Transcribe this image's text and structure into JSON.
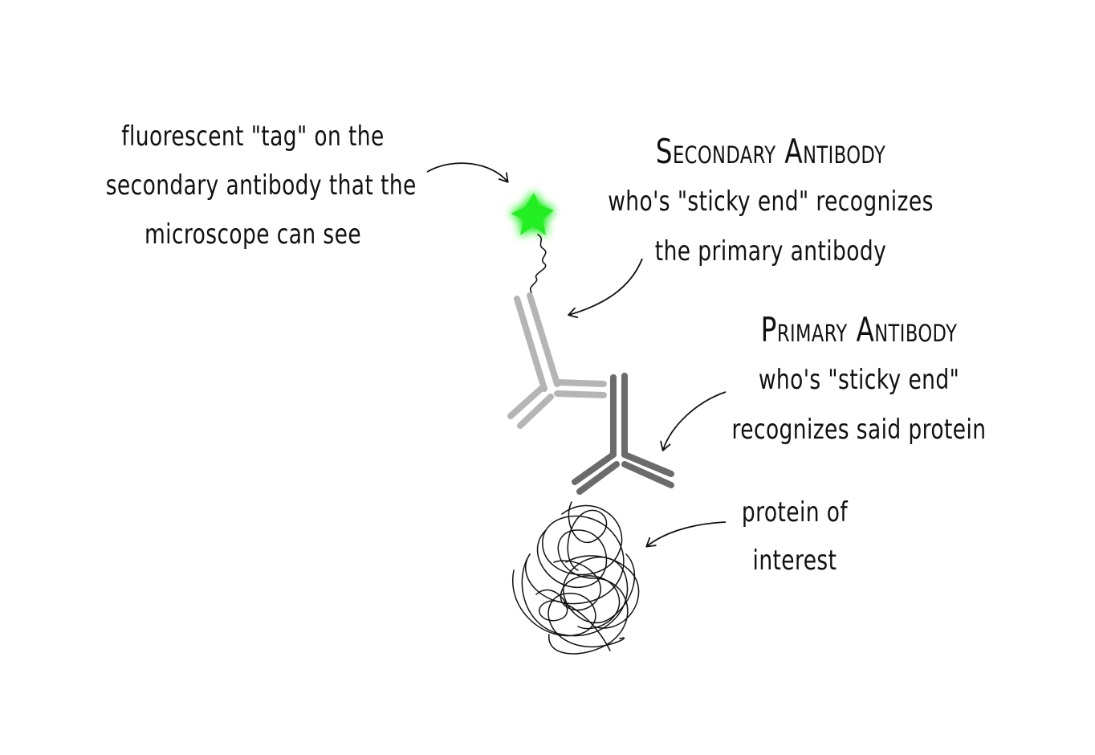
{
  "tag_label": {
    "lines": [
      "fluorescent \"tag\" on the",
      "secondary antibody that the",
      "microscope can see"
    ]
  },
  "secondary_label": {
    "title": "Secondary Antibody",
    "lines": [
      "who's \"sticky end\" recognizes",
      "the primary antibody"
    ]
  },
  "primary_label": {
    "title": "Primary Antibody",
    "lines": [
      "who's \"sticky end\"",
      "recognizes said protein"
    ]
  },
  "protein_label": {
    "lines": [
      "protein of",
      "interest"
    ]
  },
  "colors": {
    "fluorescent_tag": "#22ee22",
    "secondary_antibody": "#b5b5b5",
    "primary_antibody": "#6b6b6b",
    "ink": "#111111"
  },
  "icons": {
    "fluorescent_tag": "star-icon",
    "protein": "tangled-scribble-icon"
  }
}
